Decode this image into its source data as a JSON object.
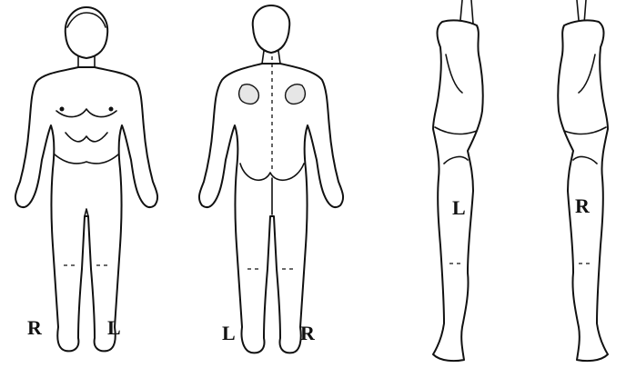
{
  "labels": {
    "front_right": "R",
    "front_left": "L",
    "back_left": "L",
    "back_right": "R",
    "lateral_left": "L",
    "lateral_right": "R"
  }
}
